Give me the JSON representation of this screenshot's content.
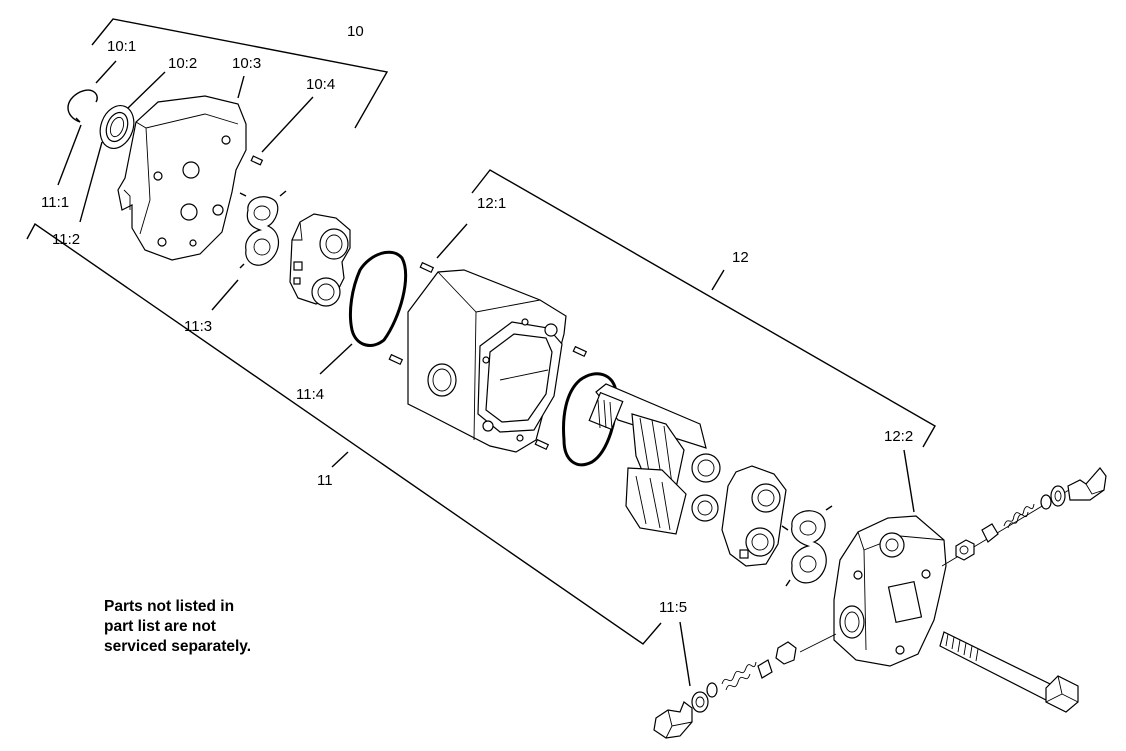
{
  "labels": {
    "l10": "10",
    "l10_1": "10:1",
    "l10_2": "10:2",
    "l10_3": "10:3",
    "l10_4": "10:4",
    "l11": "11",
    "l11_1": "11:1",
    "l11_2": "11:2",
    "l11_3": "11:3",
    "l11_4": "11:4",
    "l11_5": "11:5",
    "l12": "12",
    "l12_1": "12:1",
    "l12_2": "12:2"
  },
  "note": {
    "line1": "Parts not listed in",
    "line2": "part list are not",
    "line3": "serviced separately."
  }
}
